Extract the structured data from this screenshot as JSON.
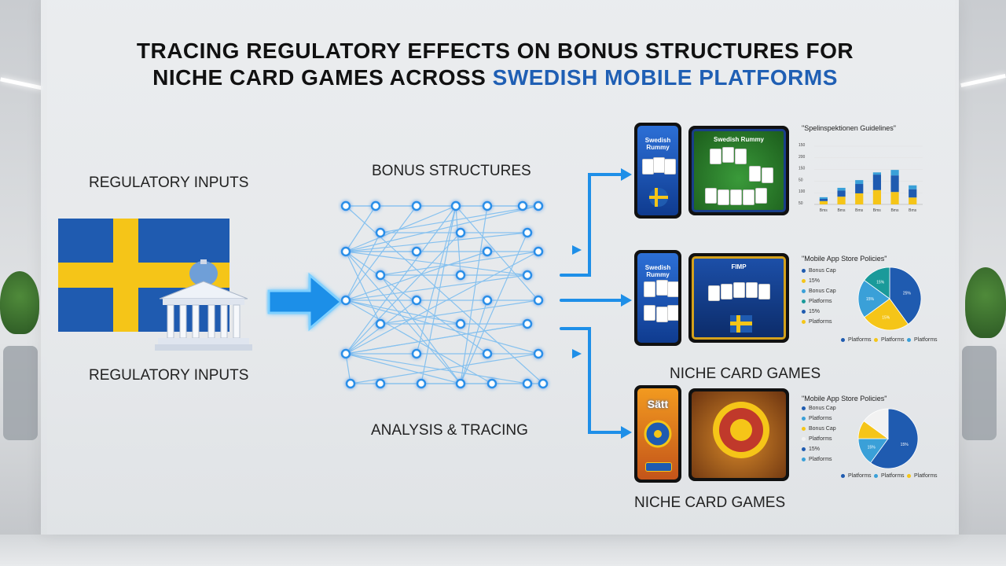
{
  "title": {
    "line1": "TRACING REGULATORY EFFECTS ON BONUS STRUCTURES FOR",
    "line2_plain": "NICHE CARD GAMES ACROSS ",
    "line2_highlight": "SWEDISH MOBILE PLATFORMS"
  },
  "labels": {
    "regulatory_top": "REGULATORY INPUTS",
    "regulatory_bottom": "REGULATORY INPUTS",
    "bonus_structures": "BONUS STRUCTURES",
    "analysis": "ANALYSIS & TRACING",
    "niche_mid": "NICHE CARD GAMES",
    "niche_bottom": "NICHE CARD GAMES"
  },
  "games": {
    "phone1_title": "Swedish Rummy",
    "tablet1_title": "Swedish Rummy",
    "phone2_title": "Swedish Rummy",
    "tablet2_title": "FIMP",
    "phone3_title": "Sätt"
  },
  "chart_data": [
    {
      "type": "bar",
      "title": "\"Spelinspektionen Guidelines\"",
      "colors": [
        "#f5c518",
        "#1f5bb0",
        "#3aa0d8"
      ],
      "categories": [
        "Bms",
        "Bms",
        "Bms",
        "Bms",
        "Bms",
        "Bms"
      ],
      "ytick_labels": [
        "150",
        "200",
        "150",
        "50",
        "100",
        "50"
      ],
      "ylim": [
        0,
        100
      ],
      "series": [
        {
          "values": [
            12,
            28,
            40,
            52,
            45,
            25
          ]
        },
        {
          "values": [
            8,
            22,
            34,
            56,
            60,
            30
          ]
        },
        {
          "values": [
            6,
            10,
            14,
            8,
            20,
            14
          ]
        }
      ]
    },
    {
      "type": "pie",
      "title": "\"Mobile App Store Policies\"",
      "legend": [
        "Bonus Cap",
        "15%",
        "Bonus Cap",
        "Platforms",
        "15%",
        "Platforms"
      ],
      "bottom_legend": [
        "Platforms",
        "Platforms",
        "Platforms"
      ],
      "slice_labels": [
        "25%",
        "15%",
        "15%",
        "15%"
      ],
      "values": [
        40,
        25,
        20,
        15
      ],
      "colors": [
        "#1f5bb0",
        "#f5c518",
        "#3aa0d8",
        "#1a9a9a"
      ]
    },
    {
      "type": "pie",
      "title": "\"Mobile App Store Policies\"",
      "legend": [
        "Bonus Cap",
        "Platforms",
        "Bonus Cap",
        "Platforms",
        "15%",
        "Platforms"
      ],
      "bottom_legend": [
        "Platforms",
        "Platforms",
        "Platforms"
      ],
      "slice_labels": [
        "15%",
        "15%"
      ],
      "values": [
        60,
        15,
        10,
        15
      ],
      "colors": [
        "#1f5bb0",
        "#3aa0d8",
        "#f5c518",
        "#f2f2f2"
      ]
    }
  ]
}
